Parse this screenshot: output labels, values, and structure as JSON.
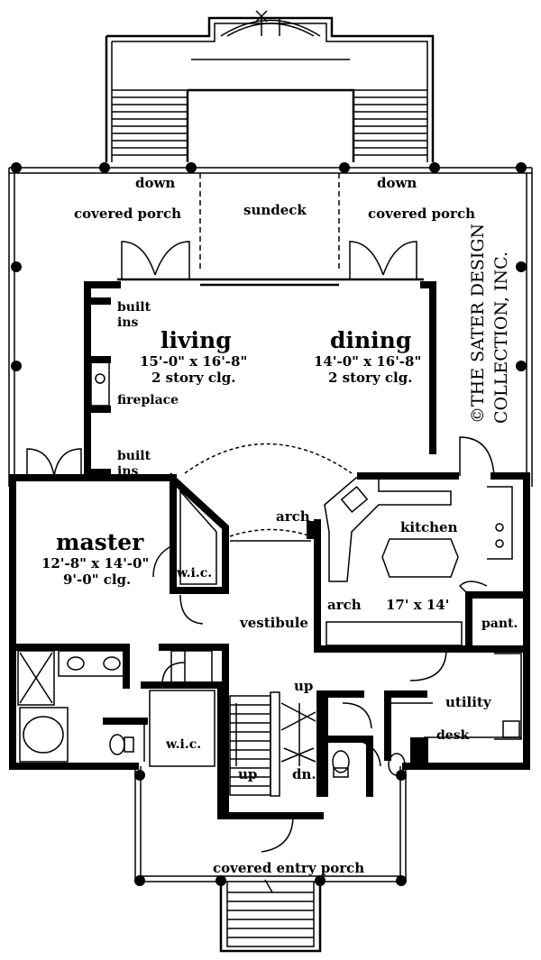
{
  "labels": {
    "down_left": "down",
    "down_right": "down",
    "covered_porch_left": "covered porch",
    "sundeck": "sundeck",
    "covered_porch_right": "covered porch",
    "built_ins_top": "built\nins",
    "built_ins_top_1": "built",
    "built_ins_top_2": "ins",
    "fireplace": "fireplace",
    "built_ins_bottom_1": "built",
    "built_ins_bottom_2": "ins",
    "living": {
      "name": "living",
      "dims": "15'-0\" x 16'-8\"",
      "ceiling": "2 story clg."
    },
    "dining": {
      "name": "dining",
      "dims": "14'-0\" x 16'-8\"",
      "ceiling": "2 story clg."
    },
    "master": {
      "name": "master",
      "dims": "12'-8\" x 14'-0\"",
      "ceiling": "9'-0\" clg."
    },
    "arch_top": "arch",
    "arch_left": "arch",
    "kitchen": "kitchen",
    "kitchen_dims": "17' x 14'",
    "wic_master": "w.i.c.",
    "vestibule": "vestibule",
    "pant": "pant.",
    "utility": "utility",
    "desk": "desk",
    "wic_bath": "w.i.c.",
    "up_top": "up",
    "up_bottom": "up",
    "dn": "dn.",
    "covered_entry_porch": "covered entry porch"
  },
  "watermark": {
    "line1": "©THE SATER DESIGN",
    "line2": "COLLECTION, INC."
  }
}
